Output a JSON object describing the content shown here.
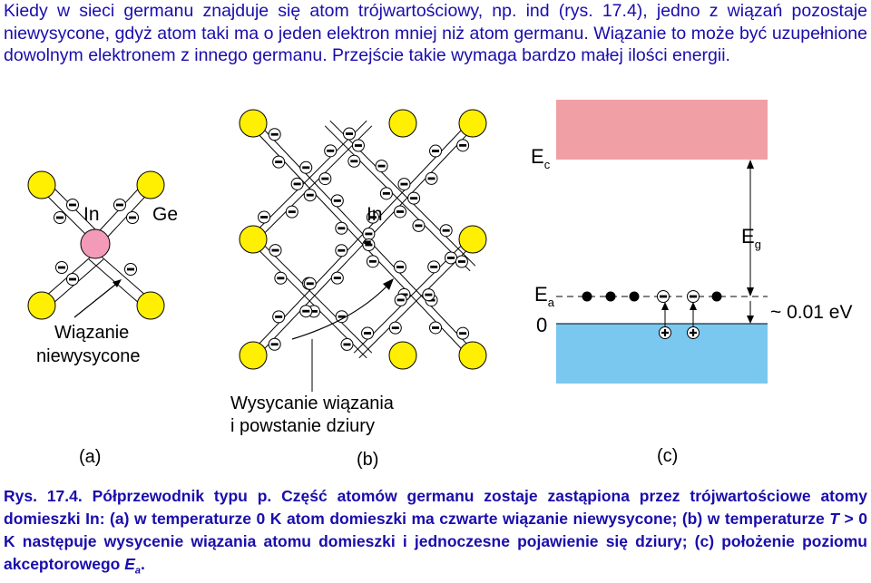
{
  "intro": {
    "text": "Kiedy w sieci germanu znajduje się atom trójwartościowy, np. ind (rys. 17.4), jedno z wiązań pozostaje niewysycone, gdyż atom taki ma o jeden elektron mniej niż atom germanu. Wiązanie to może być uzupełnione dowolnym elektronem z innego germanu. Przejście takie wymaga bardzo małej ilości energii."
  },
  "panel_a": {
    "label_in": "In",
    "label_ge": "Ge",
    "note_line1": "Wiązanie",
    "note_line2": "niewysycone",
    "panel_label": "(a)"
  },
  "panel_b": {
    "label_in": "In",
    "charge": "-",
    "note_line1": "Wysycanie wiązania",
    "note_line2": "i powstanie dziury",
    "panel_label": "(b)"
  },
  "panel_c": {
    "ec_main": "E",
    "ec_sub": "c",
    "eg_main": "E",
    "eg_sub": "g",
    "ea_main": "E",
    "ea_sub": "a",
    "zero": "0",
    "energy": "~ 0.01 eV",
    "panel_label": "(c)"
  },
  "caption": {
    "part1": "Rys. 17.4. Półprzewodnik typu p. Część atomów germanu zostaje zastąpiona przez trójwartościowe atomy domieszki In: (a) w temperaturze 0 K atom domieszki ma czwarte wiązanie niewysycone; (b) w temperaturze ",
    "t": "T",
    "part2": " > 0 K następuje wysycenie wiązania atomu domieszki i jednoczesne pojawienie się dziury; (c) położenie poziomu akceptorowego ",
    "ea": "E",
    "ea_sub": "a",
    "end": "."
  },
  "colors": {
    "atom_ge": "#ffef00",
    "atom_in": "#f39ab8",
    "conduction_band": "#f0a0a4",
    "valence_band": "#7ac7ef",
    "text_blue": "#1a0dab"
  }
}
